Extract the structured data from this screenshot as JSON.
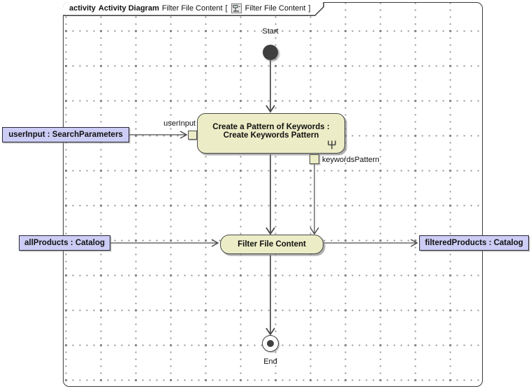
{
  "frame_tab": {
    "keyword": "activity",
    "type_label": "Activity Diagram",
    "diagram_name": "Filter File Content",
    "open_bracket": "[",
    "context_name": "Filter File Content",
    "close_bracket": "]"
  },
  "nodes": {
    "start_label": "Start",
    "end_label": "End",
    "create_action_line1": "Create a Pattern of Keywords :",
    "create_action_line2": "Create Keywords Pattern",
    "filter_action_label": "Filter File Content",
    "user_input_object_label": "userInput : SearchParameters",
    "all_products_object_label": "allProducts : Catalog",
    "filtered_products_object_label": "filteredProducts : Catalog",
    "user_input_pin_label": "userInput",
    "keywords_pattern_pin_label": "keywordsPattern"
  },
  "colors": {
    "action_fill": "#ececc6",
    "object_fill": "#ccccf5",
    "node_border": "#4a4a4a",
    "frame_border": "#3a3a3a",
    "grid_dot": "#8f8f8f",
    "flow_line": "#4a4a4a"
  }
}
